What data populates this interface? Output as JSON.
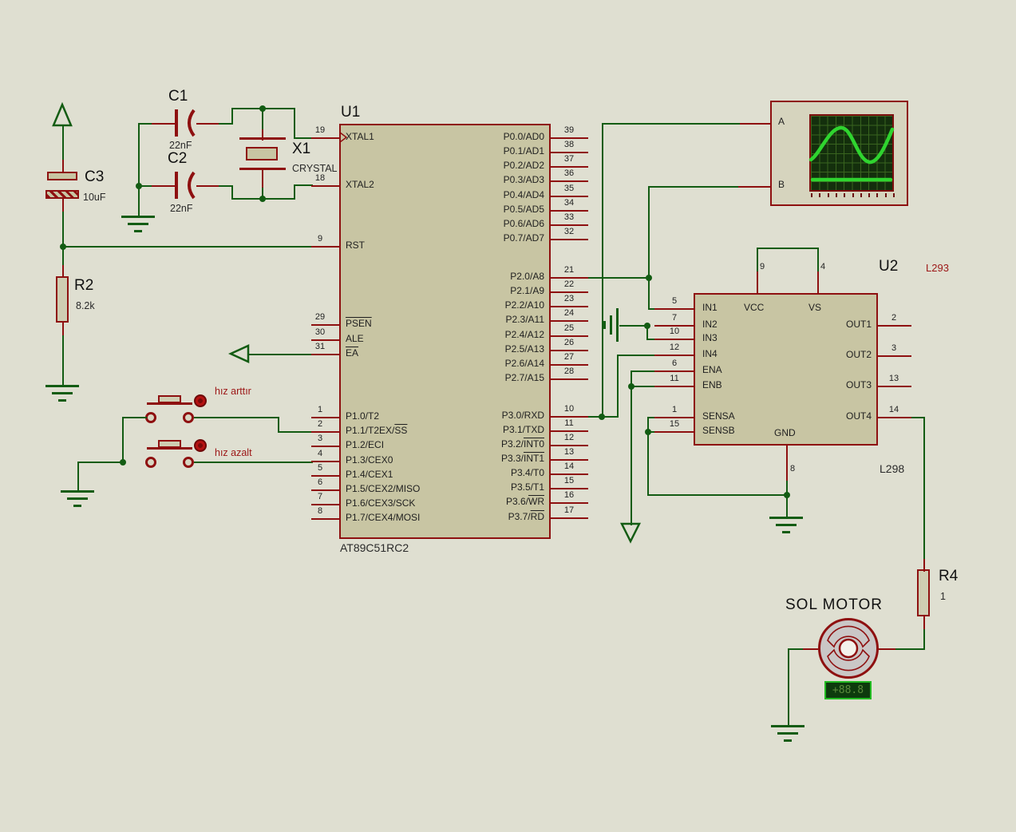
{
  "colors": {
    "background": "#dfdfd1",
    "chip_fill": "#c8c5a3",
    "chip_border": "#8e1010",
    "wire_green": "#135c13",
    "pin_red": "#8e1010",
    "label_red": "#9c1616",
    "scope_screen_bg": "#142f0d",
    "scope_trace": "#2fd42f",
    "display_border": "#22bb22",
    "display_text": "#5a8a3c",
    "motor_fill": "#cac7c6"
  },
  "u1": {
    "ref": "U1",
    "part": "AT89C51RC2",
    "left_pins": [
      {
        "num": "19",
        "name": [
          [
            "XTAL1",
            0
          ]
        ]
      },
      {
        "num": "18",
        "name": [
          [
            "XTAL2",
            0
          ]
        ]
      },
      {
        "num": "9",
        "name": [
          [
            "RST",
            0
          ]
        ]
      },
      {
        "num": "29",
        "name": [
          [
            "PSEN",
            1
          ]
        ]
      },
      {
        "num": "30",
        "name": [
          [
            "ALE",
            0
          ]
        ]
      },
      {
        "num": "31",
        "name": [
          [
            "EA",
            1
          ]
        ]
      },
      {
        "num": "1",
        "name": [
          [
            "P1.0/T2",
            0
          ]
        ]
      },
      {
        "num": "2",
        "name": [
          [
            "P1.1/T2EX/",
            0
          ],
          [
            "SS",
            1
          ]
        ]
      },
      {
        "num": "3",
        "name": [
          [
            "P1.2/ECI",
            0
          ]
        ]
      },
      {
        "num": "4",
        "name": [
          [
            "P1.3/CEX0",
            0
          ]
        ]
      },
      {
        "num": "5",
        "name": [
          [
            "P1.4/CEX1",
            0
          ]
        ]
      },
      {
        "num": "6",
        "name": [
          [
            "P1.5/CEX2/MISO",
            0
          ]
        ]
      },
      {
        "num": "7",
        "name": [
          [
            "P1.6/CEX3/SCK",
            0
          ]
        ]
      },
      {
        "num": "8",
        "name": [
          [
            "P1.7/CEX4/MOSI",
            0
          ]
        ]
      }
    ],
    "right_pins": [
      {
        "num": "39",
        "name": [
          [
            "P0.0/AD0",
            0
          ]
        ]
      },
      {
        "num": "38",
        "name": [
          [
            "P0.1/AD1",
            0
          ]
        ]
      },
      {
        "num": "37",
        "name": [
          [
            "P0.2/AD2",
            0
          ]
        ]
      },
      {
        "num": "36",
        "name": [
          [
            "P0.3/AD3",
            0
          ]
        ]
      },
      {
        "num": "35",
        "name": [
          [
            "P0.4/AD4",
            0
          ]
        ]
      },
      {
        "num": "34",
        "name": [
          [
            "P0.5/AD5",
            0
          ]
        ]
      },
      {
        "num": "33",
        "name": [
          [
            "P0.6/AD6",
            0
          ]
        ]
      },
      {
        "num": "32",
        "name": [
          [
            "P0.7/AD7",
            0
          ]
        ]
      },
      {
        "num": "21",
        "name": [
          [
            "P2.0/A8",
            0
          ]
        ]
      },
      {
        "num": "22",
        "name": [
          [
            "P2.1/A9",
            0
          ]
        ]
      },
      {
        "num": "23",
        "name": [
          [
            "P2.2/A10",
            0
          ]
        ]
      },
      {
        "num": "24",
        "name": [
          [
            "P2.3/A11",
            0
          ]
        ]
      },
      {
        "num": "25",
        "name": [
          [
            "P2.4/A12",
            0
          ]
        ]
      },
      {
        "num": "26",
        "name": [
          [
            "P2.5/A13",
            0
          ]
        ]
      },
      {
        "num": "27",
        "name": [
          [
            "P2.6/A14",
            0
          ]
        ]
      },
      {
        "num": "28",
        "name": [
          [
            "P2.7/A15",
            0
          ]
        ]
      },
      {
        "num": "10",
        "name": [
          [
            "P3.0/RXD",
            0
          ]
        ]
      },
      {
        "num": "11",
        "name": [
          [
            "P3.1/TXD",
            0
          ]
        ]
      },
      {
        "num": "12",
        "name": [
          [
            "P3.2/",
            0
          ],
          [
            "INT0",
            1
          ]
        ]
      },
      {
        "num": "13",
        "name": [
          [
            "P3.3/",
            0
          ],
          [
            "INT1",
            1
          ]
        ]
      },
      {
        "num": "14",
        "name": [
          [
            "P3.4/T0",
            0
          ]
        ]
      },
      {
        "num": "15",
        "name": [
          [
            "P3.5/T1",
            0
          ]
        ]
      },
      {
        "num": "16",
        "name": [
          [
            "P3.6/",
            0
          ],
          [
            "WR",
            1
          ]
        ]
      },
      {
        "num": "17",
        "name": [
          [
            "P3.7/",
            0
          ],
          [
            "RD",
            1
          ]
        ]
      }
    ]
  },
  "u2": {
    "ref": "U2",
    "part": "L293",
    "sub_label": "L298",
    "left_pins": [
      {
        "num": "5",
        "name": [
          [
            "IN1",
            0
          ]
        ]
      },
      {
        "num": "7",
        "name": [
          [
            "IN2",
            0
          ]
        ]
      },
      {
        "num": "10",
        "name": [
          [
            "IN3",
            0
          ]
        ]
      },
      {
        "num": "12",
        "name": [
          [
            "IN4",
            0
          ]
        ]
      },
      {
        "num": "6",
        "name": [
          [
            "ENA",
            0
          ]
        ]
      },
      {
        "num": "11",
        "name": [
          [
            "ENB",
            0
          ]
        ]
      },
      {
        "num": "1",
        "name": [
          [
            "SENSA",
            0
          ]
        ]
      },
      {
        "num": "15",
        "name": [
          [
            "SENSB",
            0
          ]
        ]
      }
    ],
    "right_pins": [
      {
        "num": "2",
        "name": [
          [
            "OUT1",
            0
          ]
        ]
      },
      {
        "num": "3",
        "name": [
          [
            "OUT2",
            0
          ]
        ]
      },
      {
        "num": "13",
        "name": [
          [
            "OUT3",
            0
          ]
        ]
      },
      {
        "num": "14",
        "name": [
          [
            "OUT4",
            0
          ]
        ]
      }
    ],
    "top_pins": [
      {
        "num": "9",
        "name": [
          [
            "VCC",
            0
          ]
        ]
      },
      {
        "num": "4",
        "name": [
          [
            "VS",
            0
          ]
        ]
      }
    ],
    "bottom_pins": [
      {
        "num": "8",
        "name": [
          [
            "GND",
            0
          ]
        ]
      }
    ]
  },
  "crystal": {
    "ref": "X1",
    "value": "CRYSTAL"
  },
  "capacitors": [
    {
      "ref": "C1",
      "value": "22nF"
    },
    {
      "ref": "C2",
      "value": "22nF"
    },
    {
      "ref": "C3",
      "value": "10uF"
    }
  ],
  "resistors": [
    {
      "ref": "R2",
      "value": "8.2k"
    },
    {
      "ref": "R4",
      "value": "1"
    }
  ],
  "buttons": [
    {
      "label": "hız arttır"
    },
    {
      "label": "hız azalt"
    }
  ],
  "oscilloscope": {
    "channel_a": "A",
    "channel_b": "B"
  },
  "motor": {
    "label": "SOL MOTOR",
    "display_value": "+88.8"
  }
}
